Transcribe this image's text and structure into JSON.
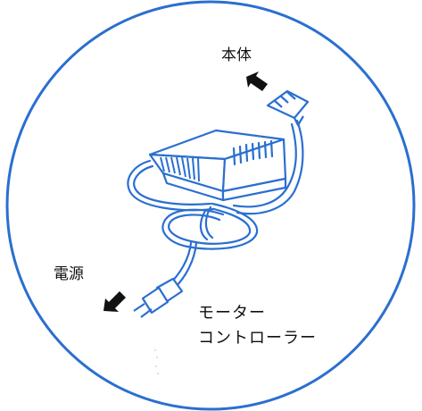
{
  "labels": {
    "main_unit": "本体",
    "power": "電源",
    "device_line1": "モーター",
    "device_line2": "コントローラー"
  },
  "colors": {
    "circle": "#2a6fd0",
    "line_art": "#2a6fd0",
    "arrow": "#111111",
    "background": "#ffffff"
  }
}
